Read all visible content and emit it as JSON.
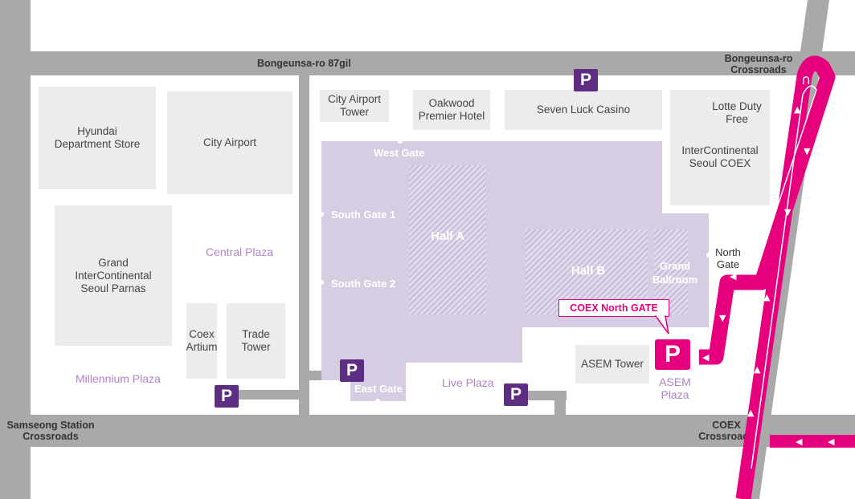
{
  "roads": {
    "bongeunsa_ro_87gil": "Bongeunsa-ro 87gil",
    "bongeunsa_ro_crossroads": "Bongeunsa-ro\nCrossroads",
    "samseong_station_crossroads": "Samseong Station\nCrossroads",
    "coex_crossroads": "COEX\nCrossroads"
  },
  "buildings": {
    "hyundai": "Hyundai\nDepartment Store",
    "city_airport": "City Airport",
    "grand_intercontinental": "Grand\nInterContinental\nSeoul Parnas",
    "coex_artium": "Coex\nArtium",
    "trade_tower": "Trade\nTower",
    "city_airport_tower": "City Airport\nTower",
    "oakwood": "Oakwood\nPremier Hotel",
    "seven_luck": "Seven Luck Casino",
    "lotte": "Lotte Duty\nFree",
    "intercontinental_coex": "InterContinental\nSeoul COEX",
    "asem_tower": "ASEM Tower"
  },
  "plazas": {
    "central": "Central Plaza",
    "millennium": "Millennium Plaza",
    "live": "Live Plaza",
    "asem": "ASEM\nPlaza"
  },
  "venue": {
    "west_gate": "West Gate",
    "south_gate_1": "South Gate 1",
    "south_gate_2": "South Gate 2",
    "east_gate": "East Gate",
    "north_gate": "North\nGate",
    "hall_a": "Hall A",
    "hall_b": "Hall B",
    "grand_ballroom": "Grand\nBallroom"
  },
  "callout": "COEX North GATE",
  "parking": {
    "symbol": "P"
  },
  "colors": {
    "road": "#a9a9a9",
    "building": "#ececec",
    "venue": "#d6cde2",
    "hatch": "#c7bcd7",
    "parking": "#5c2d81",
    "route": "#e6007e",
    "plaza_text": "#b083c9"
  },
  "icons": {
    "parking": "parking-icon",
    "route_arrow": "route-arrow-icon",
    "u_turn": "u-turn-icon"
  }
}
